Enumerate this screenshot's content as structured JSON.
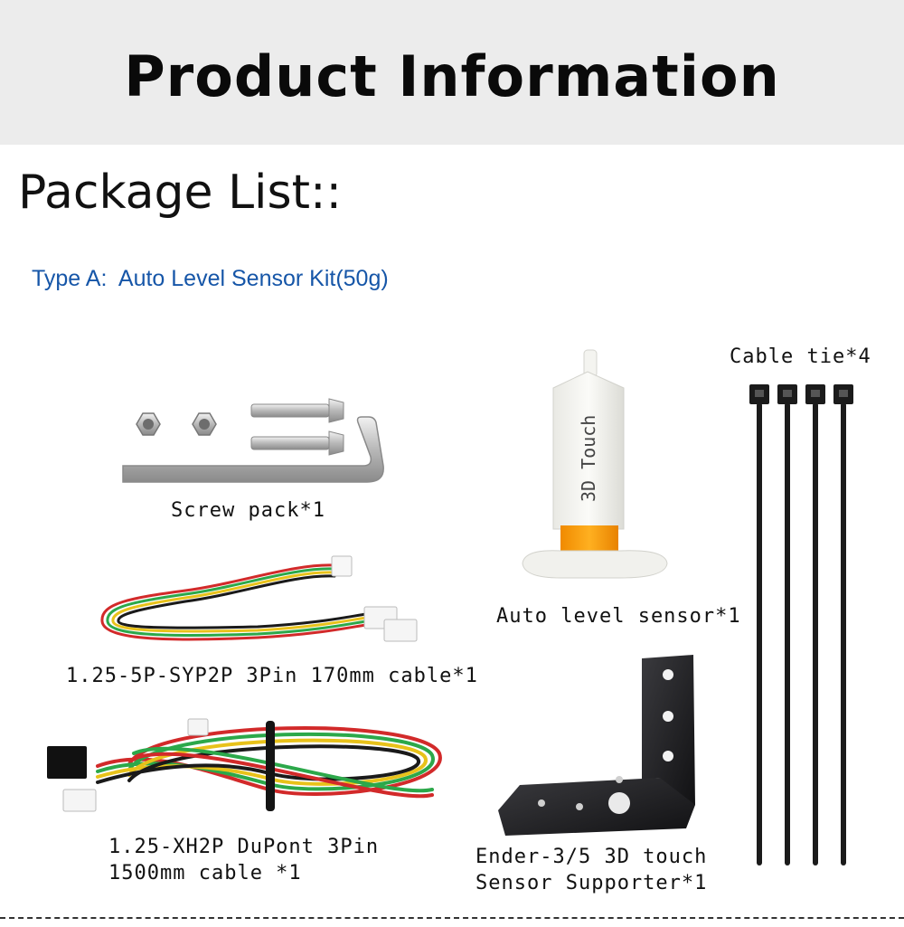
{
  "banner": {
    "title": "Product Information"
  },
  "package": {
    "heading": "Package List::",
    "type_line": "Type A:  Auto Level Sensor Kit(50g)"
  },
  "items": {
    "screw_pack": "Screw pack*1",
    "auto_level_sensor": "Auto level sensor*1",
    "sensor_text": "3D Touch",
    "cable_tie": "Cable tie*4",
    "cable_170": "1.25-5P-SYP2P 3Pin 170mm cable*1",
    "cable_1500_line1": "1.25-XH2P DuPont 3Pin",
    "cable_1500_line2": "1500mm cable *1",
    "supporter_line1": "Ender-3/5 3D touch",
    "supporter_line2": "Sensor Supporter*1"
  },
  "colors": {
    "banner_bg": "#ececec",
    "type_text": "#1656a8",
    "sensor_orange": "#f5a010",
    "bracket_black": "#1c1c1e"
  }
}
